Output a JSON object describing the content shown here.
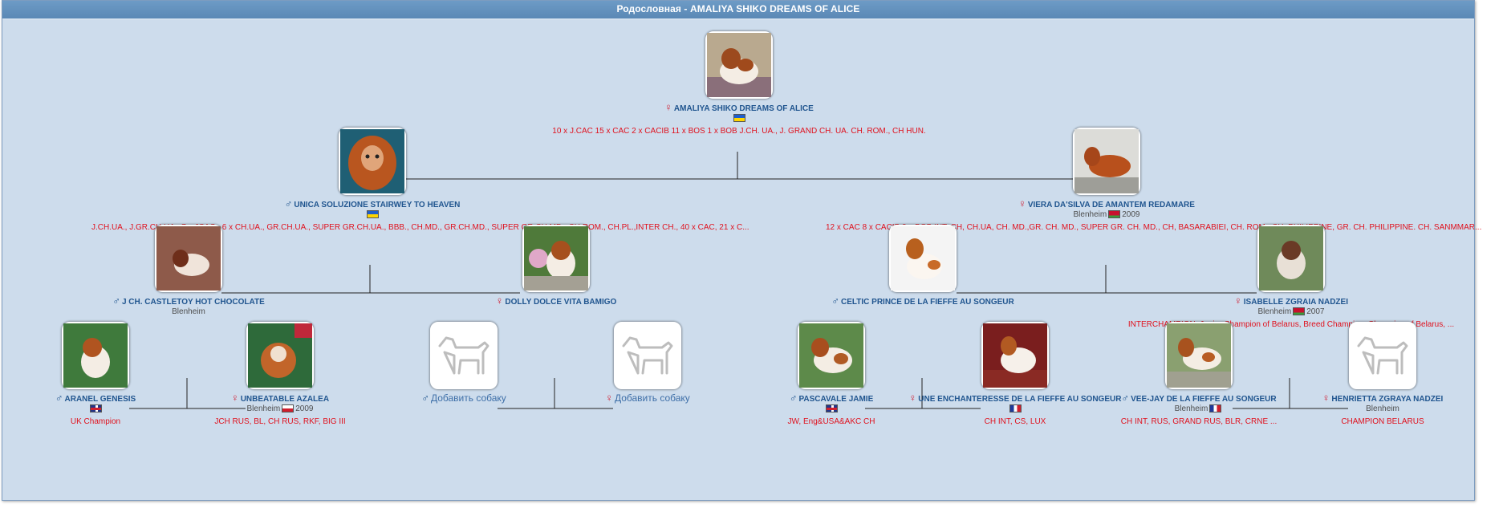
{
  "window": {
    "title": "Родословная - AMALIYA SHIKO DREAMS OF ALICE"
  },
  "icons": {
    "male": "male-sign-icon",
    "female": "female-sign-icon",
    "placeholder": "dog-silhouette-icon"
  },
  "colors": {
    "title_bar": "#5a88b5",
    "panel": "#cddcec",
    "name": "#20558f",
    "titles": "#e0111d"
  },
  "dogs": [
    {
      "name": "AMALIYA SHIKO DREAMS OF ALICE",
      "sex": "♀",
      "color": "",
      "flag": "ua",
      "year": "",
      "titles": "10 x J.CAC 15 x CAC 2 x CACIB 11 x BOS 1 x BOB J.CH. UA., J. GRAND CH. UA. CH. ROM., CH HUN."
    },
    {
      "name": "UNICA SOLUZIONE STAIRWEY TO HEAVEN",
      "sex": "♂",
      "color": "",
      "flag": "ua",
      "year": "",
      "titles": "J.CH.UA., J.GR.CH.UA., 7 x JCAC., 6 x CH.UA., GR.CH.UA., SUPER GR.CH.UA., BBB., CH.MD., GR.CH.MD., SUPER GR.CH.MD., CH.ROM., CH.PL.,INTER CH., 40 x CAC, 21 x C..."
    },
    {
      "name": "VIERA DA'SILVA DE AMANTEM REDAMARE",
      "sex": "♀",
      "color": "Blenheim",
      "flag": "by",
      "year": "2009",
      "titles": "12 x CAC 8 x CACIB 2 x BOB INT. CH, CH.UA, CH. MD.,GR. CH. MD., SUPER GR. CH. MD., CH, BASARABIEI, CH. ROM., CH. PHILIPPINE, GR. CH. PHILIPPINE. CH. SANMMAR..."
    },
    {
      "name": "J CH. CASTLETOY HOT CHOCOLATE",
      "sex": "♂",
      "color": "Blenheim",
      "flag": "",
      "year": "",
      "titles": ""
    },
    {
      "name": "DOLLY DOLCE VITA BAMIGO",
      "sex": "♀",
      "color": "",
      "flag": "",
      "year": "",
      "titles": ""
    },
    {
      "name": "CELTIC PRINCE DE LA FIEFFE AU SONGEUR",
      "sex": "♂",
      "color": "",
      "flag": "",
      "year": "",
      "titles": ""
    },
    {
      "name": "ISABELLE ZGRAIA NADZEI",
      "sex": "♀",
      "color": "Blenheim",
      "flag": "by",
      "year": "2007",
      "titles": "INTERCHAMPION, Junior Champion of Belarus, Breed Champion, Champion of Belarus, ..."
    },
    {
      "name": "ARANEL GENESIS",
      "sex": "♂",
      "color": "",
      "flag": "uk",
      "year": "",
      "titles": "UK Champion"
    },
    {
      "name": "UNBEATABLE AZALEA",
      "sex": "♀",
      "color": "Blenheim",
      "flag": "pl",
      "year": "2009",
      "titles": "JCH RUS, BL, CH RUS, RKF, BIG III"
    },
    {
      "name": "Добавить собаку",
      "sex": "♂",
      "color": "",
      "flag": "",
      "year": "",
      "titles": ""
    },
    {
      "name": "Добавить собаку",
      "sex": "♀",
      "color": "",
      "flag": "",
      "year": "",
      "titles": ""
    },
    {
      "name": "PASCAVALE JAMIE",
      "sex": "♂",
      "color": "",
      "flag": "uk",
      "year": "",
      "titles": "JW, Eng&USA&AKC CH"
    },
    {
      "name": "UNE ENCHANTERESSE DE LA FIEFFE AU SONGEUR",
      "sex": "♀",
      "color": "",
      "flag": "fr",
      "year": "",
      "titles": "CH INT, CS, LUX"
    },
    {
      "name": "VEE-JAY DE LA FIEFFE AU SONGEUR",
      "sex": "♂",
      "color": "Blenheim",
      "flag": "fr",
      "year": "",
      "titles": "CH INT, RUS, GRAND RUS, BLR, CRNE ..."
    },
    {
      "name": "HENRIETTA ZGRAYA NADZEI",
      "sex": "♀",
      "color": "Blenheim",
      "flag": "",
      "year": "",
      "titles": "CHAMPION BELARUS"
    }
  ]
}
